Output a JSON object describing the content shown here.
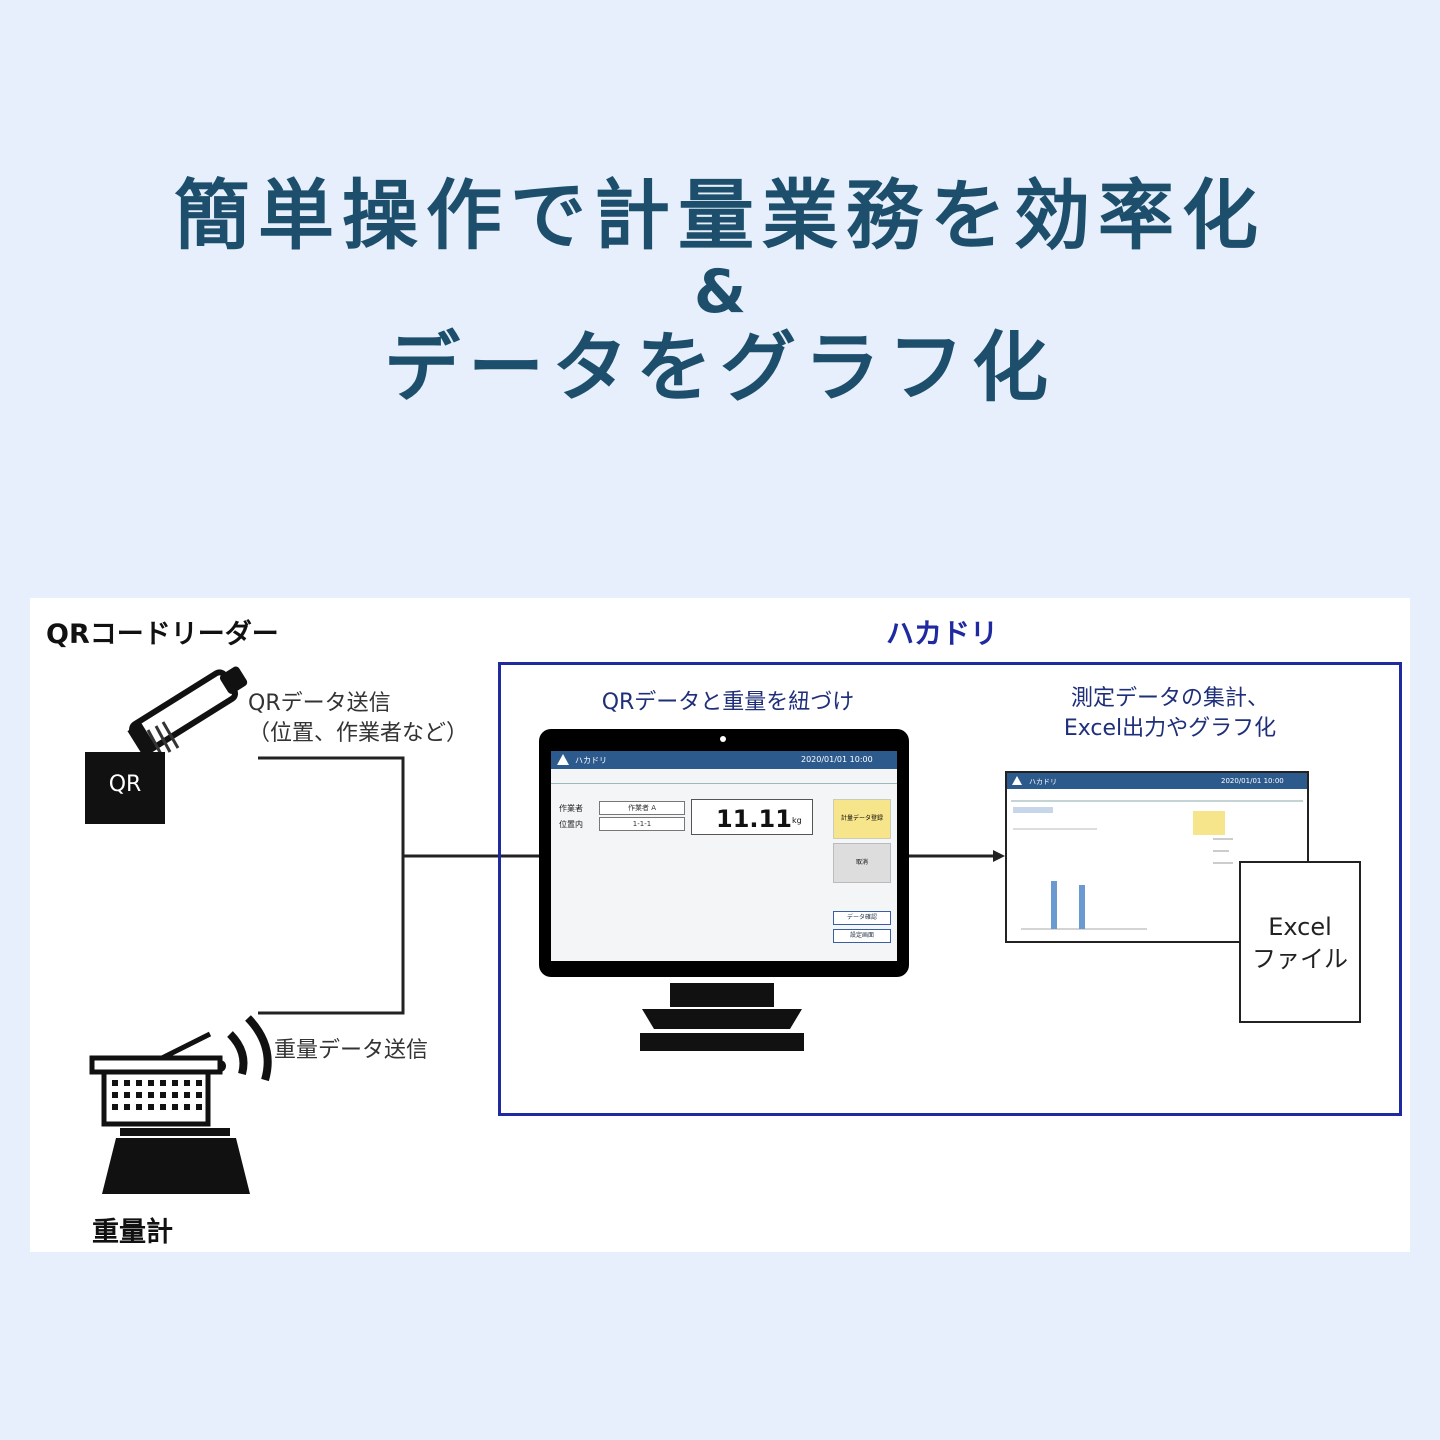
{
  "headline": {
    "line1": "簡単操作で計量業務を効率化",
    "amp": "&",
    "line3": "データをグラフ化"
  },
  "diagram": {
    "qr_reader_label": "QRコードリーダー",
    "qr_card_text": "QR",
    "qr_send_line1": "QRデータ送信",
    "qr_send_line2": "（位置、作業者など）",
    "weight_send": "重量データ送信",
    "scale_label": "重量計",
    "system_label": "ハカドリ",
    "link_caption": "QRデータと重量を紐づけ",
    "aggregate_line1": "測定データの集計、",
    "aggregate_line2": "Excel出力やグラフ化",
    "excel_line1": "Excel",
    "excel_line2": "ファイル"
  },
  "screen": {
    "app_name": "ハカドリ",
    "datetime": "2020/01/01 10:00",
    "field1_label": "作業者",
    "field1_value": "作業者 A",
    "field2_label": "位置内",
    "field2_value": "1-1-1",
    "weight_value": "11.11",
    "weight_unit": "kg",
    "btn_register": "計量データ登録",
    "btn_cancel": "取消",
    "btn_data": "データ確認",
    "btn_settings": "設定画面"
  },
  "report_screen": {
    "app_name": "ハカドリ",
    "datetime": "2020/01/01 10:00"
  },
  "colors": {
    "background": "#e6effb",
    "headline": "#1d4f6c",
    "frame": "#1f2aa0",
    "app_bar": "#2c5a8c"
  }
}
